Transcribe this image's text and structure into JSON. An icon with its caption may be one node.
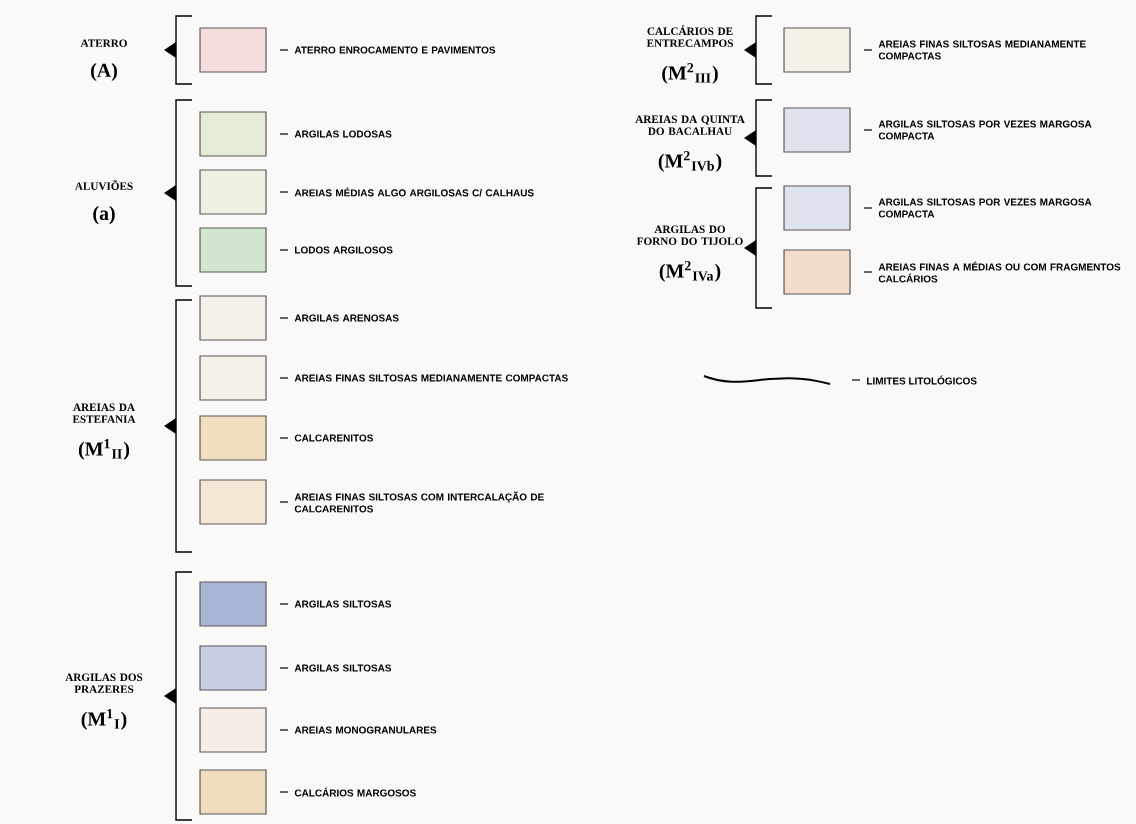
{
  "diagram": {
    "labels": [
      "ATERRO",
      "(A)",
      "ALUVIÕES",
      "(a)",
      "AREIAS DA ESTEFANIA",
      "(M$^{1}$$_{II}$)",
      "ARGILAS DOS PRAZERES",
      "(M$^{1}$$_{I}$)",
      "CALCÁRIOS DE ENTRECAMPOS",
      "(M$^{2}$$_{III}$)",
      "AREIAS DA QUINTA DO BACALHAU",
      "(M$^{2}$$_{IVb}$)",
      "ARGILAS DO FORNO DO TIJOLO",
      "(M$^{2}$$_{IVa}$)"
    ],
    "legend": [
      {
        "text": "ATERRO ENROCAMENTO E PAVIMENTOS",
        "color": "#f6dede"
      },
      {
        "text": "ARGILAS LODOSAS",
        "color": "#e4ebd6"
      },
      {
        "text": "AREIAS MÉDIAS ALGO ARGILOSAS C/ CALHAUS",
        "color": "#eef0e4"
      },
      {
        "text": "LODOS ARGILOSOS",
        "color": "#d2e5cf"
      },
      {
        "text": "ARGILAS ARENOSAS",
        "color": "#f3f1ea"
      },
      {
        "text": "AREIAS FINAS SILTOSAS MEDIANAMENTE COMPACTAS",
        "color": "#f5f0e8"
      },
      {
        "text": "CALCARENITOS",
        "color": "#f2dfc0"
      },
      {
        "text": "AREIAS FINAS SILTOSAS COM INTERCALAÇÃO DE CALCARENITOS",
        "color": "#f4e7d6"
      },
      {
        "text": "ARGILAS SILTOSAS",
        "color": "#a9b5d5"
      },
      {
        "text": "ARGILAS SILTOSAS",
        "color": "#c6cde5"
      },
      {
        "text": "AREIAS MONOGRANULARES",
        "color": "#f5ede6"
      },
      {
        "text": "CALCÁRIOS MARGOSOS",
        "color": "#f2dcc0"
      },
      {
        "text": "AREIAS FINAS SILTOSAS MEDIANAMENTE COMPACTAS",
        "color": "#f5f1e6"
      },
      {
        "text": "ARGILAS SILTOSAS POR VEZES MARGOSA COMPACTA",
        "color": "#dfe3ee"
      },
      {
        "text": "ARGILAS SILTOSAS POR VEZES MARGOSA COMPACTA",
        "color": "#dfe3ee"
      },
      {
        "text": "AREIAS FINAS A MÉDIAS OU COM FRAGMENTOS CALCÁRIOS",
        "color": "#f3dccb"
      },
      {
        "text": "LIMITES LITOLÓGICOS"
      }
    ]
  }
}
